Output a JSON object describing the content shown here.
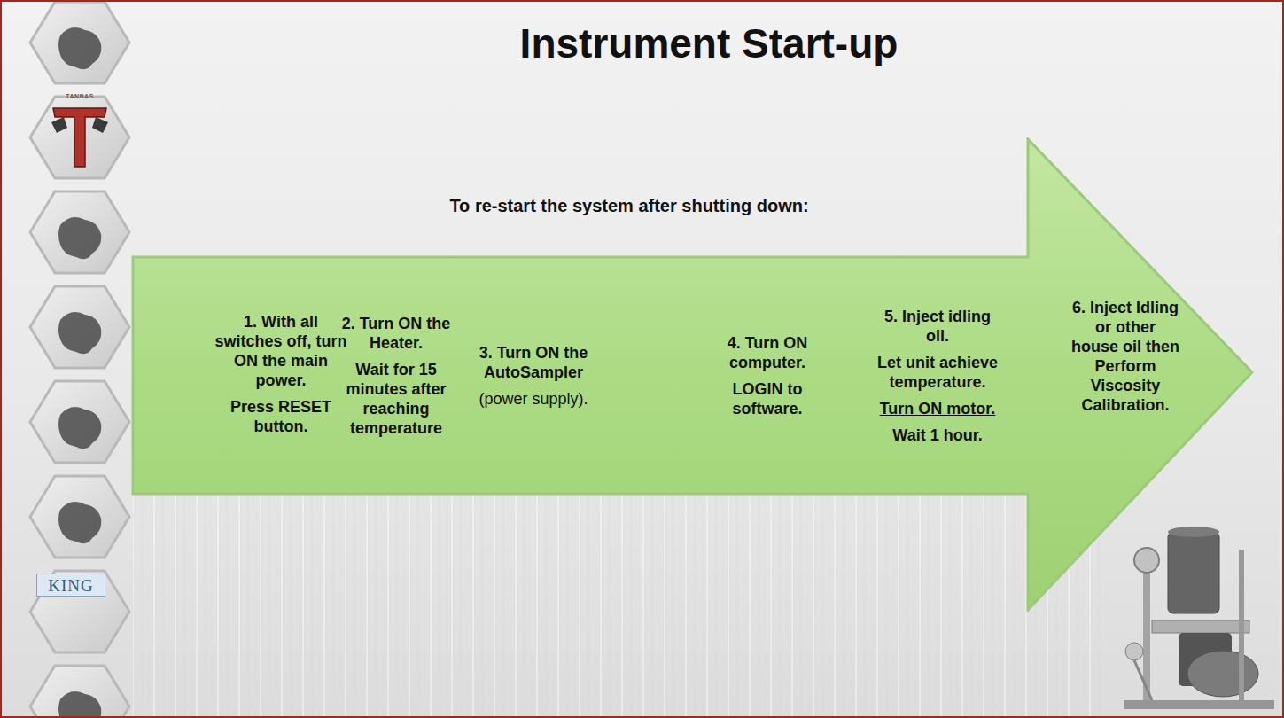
{
  "diagram": {
    "title": "Instrument Start-up",
    "nodes": [
      {
        "text": [
          "1. With all switches off, turn ON the main power.",
          "Press RESET button.",
          "2. Turn ON the Heater.",
          "Wait for 15 minutes after reaching temperature",
          "3. Turn ON the AutoSampler",
          "(power supply).",
          "4. Turn ON computer.",
          "LOGIN to software.",
          "5. Inject idling oil.",
          "Let unit achieve temperature.",
          "Turn ON motor.",
          "Wait 1 hour.",
          "6. Inject Idling or other house oil then Perform Viscosity Calibration."
        ]
      }
    ],
    "labels": [
      "To re-start the system after shutting down:",
      "TANNAS",
      "KING"
    ]
  }
}
